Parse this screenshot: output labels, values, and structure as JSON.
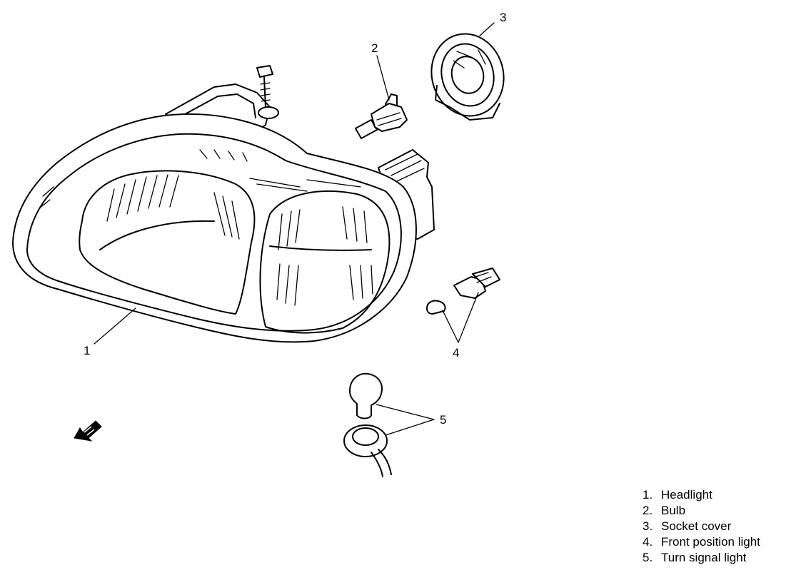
{
  "callouts": {
    "c1": "1",
    "c2": "2",
    "c3": "3",
    "c4": "4",
    "c5": "5"
  },
  "legend": [
    {
      "num": "1.",
      "label": "Headlight"
    },
    {
      "num": "2.",
      "label": "Bulb"
    },
    {
      "num": "3.",
      "label": "Socket cover"
    },
    {
      "num": "4.",
      "label": "Front position light"
    },
    {
      "num": "5.",
      "label": "Turn signal light"
    }
  ],
  "icons": {
    "direction_arrow": "front-direction-arrow-icon"
  }
}
